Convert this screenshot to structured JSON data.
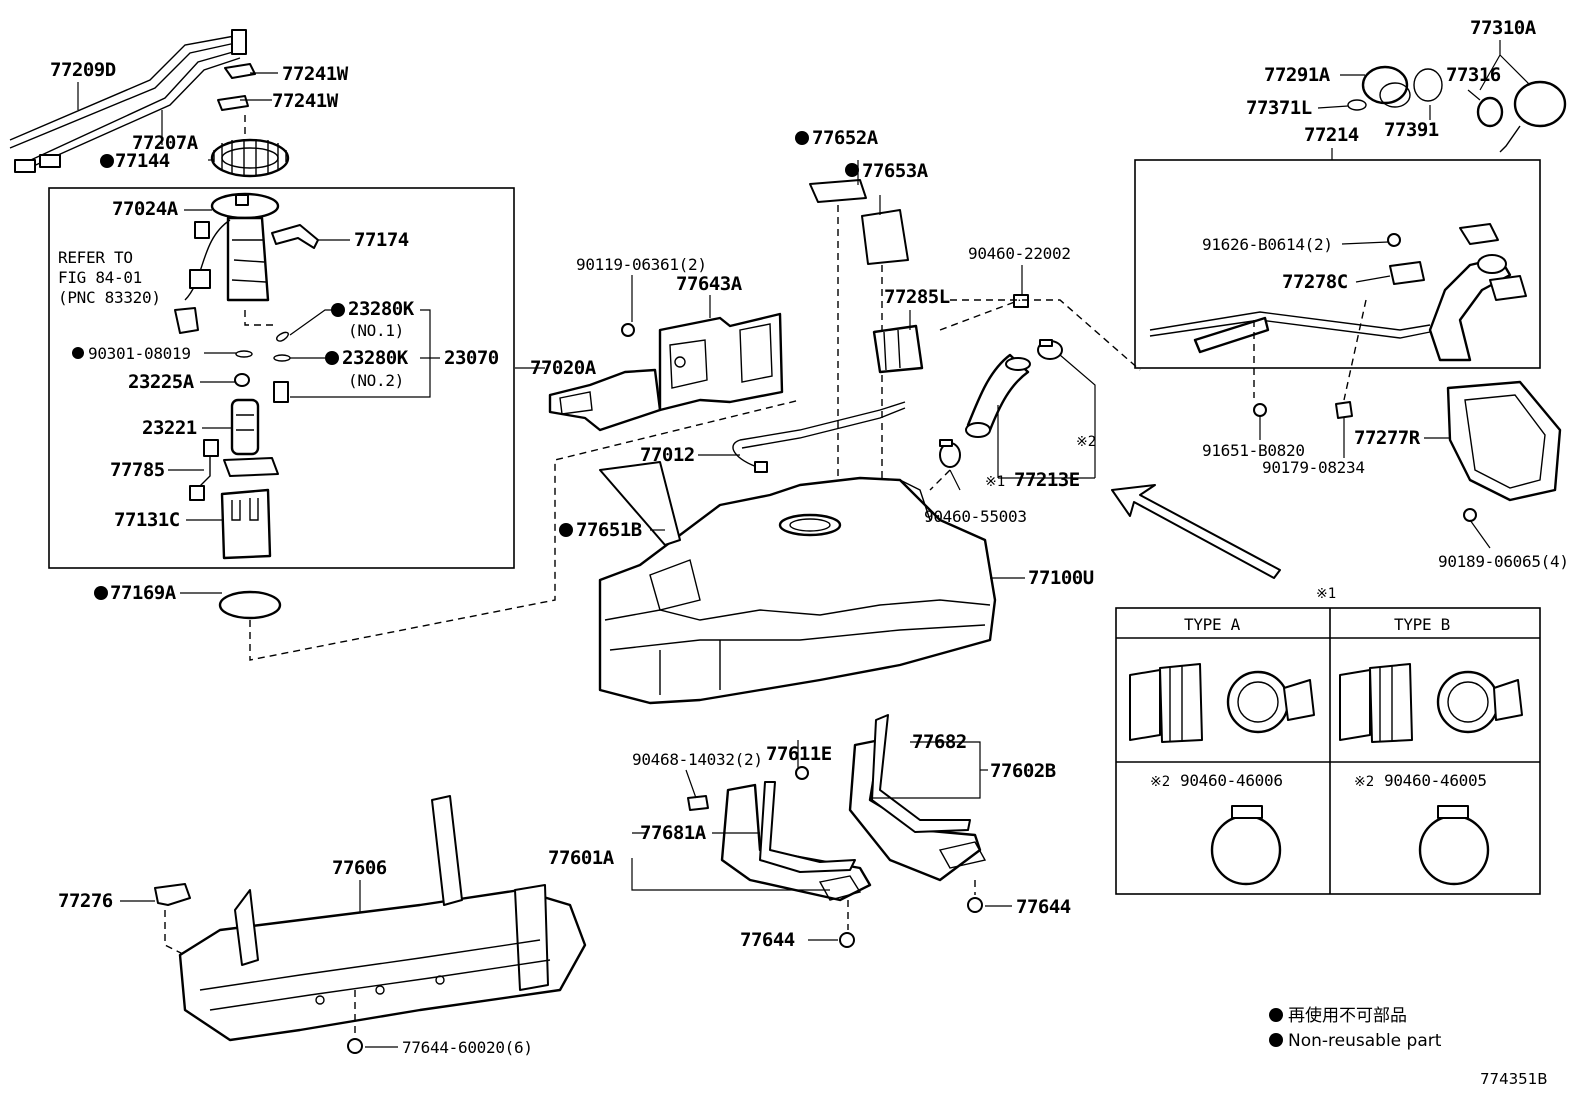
{
  "diagram": {
    "code": "774351B",
    "refer_note": [
      "REFER TO",
      "FIG 84-01",
      "(PNC 83320)"
    ],
    "legend": {
      "jp": "再使用不可部品",
      "en": "Non-reusable part"
    },
    "labels": {
      "p77209D": "77209D",
      "p77241W_a": "77241W",
      "p77241W_b": "77241W",
      "p77207A": "77207A",
      "p77144": "77144",
      "p77024A": "77024A",
      "p77174": "77174",
      "p23280K_1": "23280K",
      "no1": "(NO.1)",
      "p23280K_2": "23280K",
      "no2": "(NO.2)",
      "p23070": "23070",
      "p90301": "90301-08019",
      "p23225A": "23225A",
      "p23221": "23221",
      "p77785": "77785",
      "p77131C": "77131C",
      "p77169A": "77169A",
      "p77020A": "77020A",
      "p90119": "90119-06361(2)",
      "p77643A": "77643A",
      "p77652A": "77652A",
      "p77653A": "77653A",
      "p77285L": "77285L",
      "p77012": "77012",
      "p77651B": "77651B",
      "p90460_22002": "90460-22002",
      "p77213E": "77213E",
      "mark1_a": "※1",
      "mark2_a": "※2",
      "p90460_55003": "90460-55003",
      "p77100U": "77100U",
      "p77310A": "77310A",
      "p77291A": "77291A",
      "p77316": "77316",
      "p77371L": "77371L",
      "p77391": "77391",
      "p77214": "77214",
      "p91626": "91626-B0614(2)",
      "p77278C": "77278C",
      "p91651": "91651-B0820",
      "p90179": "90179-08234",
      "p77277R": "77277R",
      "p90189": "90189-06065(4)",
      "mark1_b": "※1",
      "type_a": "TYPE  A",
      "type_b": "TYPE  B",
      "clamp_a": "90460-46006",
      "clamp_b": "90460-46005",
      "mark2_b": "※2",
      "mark2_c": "※2",
      "p77611E": "77611E",
      "p90468": "90468-14032(2)",
      "p77682": "77682",
      "p77602B": "77602B",
      "p77681A": "77681A",
      "p77601A": "77601A",
      "p77644_a": "77644",
      "p77644_b": "77644",
      "p77606": "77606",
      "p77276": "77276",
      "p77644_60020": "77644-60020(6)"
    }
  }
}
